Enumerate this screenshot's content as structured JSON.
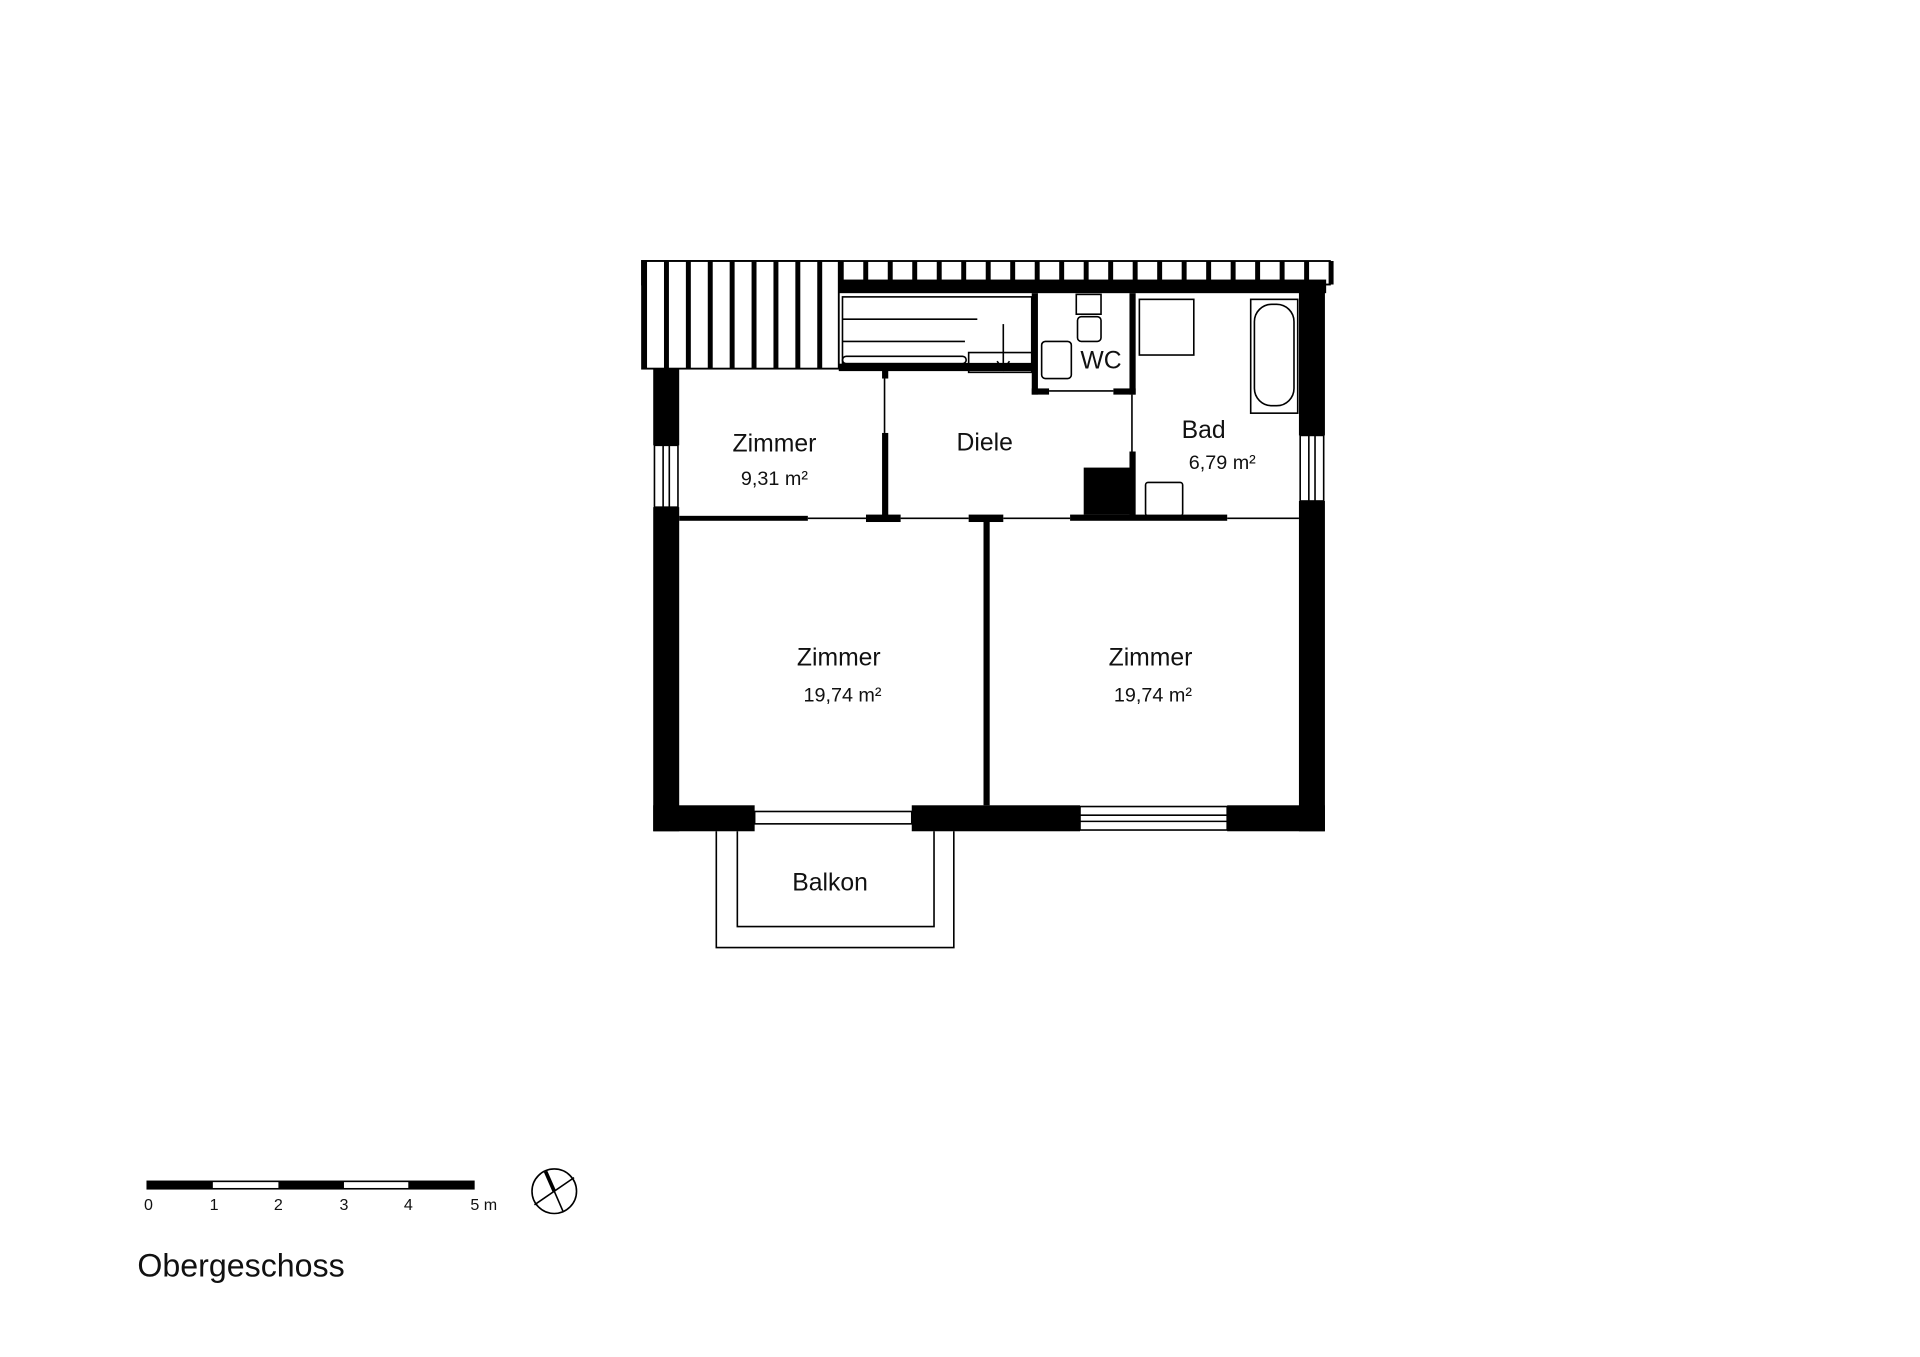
{
  "plan": {
    "title": "Obergeschoss",
    "rooms": [
      {
        "name": "Zimmer",
        "area": "9,31 m²"
      },
      {
        "name": "Diele",
        "area": ""
      },
      {
        "name": "WC",
        "area": ""
      },
      {
        "name": "Bad",
        "area": "6,79 m²"
      },
      {
        "name": "Zimmer",
        "area": "19,74 m²"
      },
      {
        "name": "Zimmer",
        "area": "19,74 m²"
      },
      {
        "name": "Balkon",
        "area": ""
      }
    ]
  },
  "scale_bar": {
    "labels": [
      "0",
      "1",
      "2",
      "3",
      "4",
      "5 m"
    ]
  },
  "colors": {
    "wall": "#000000",
    "background": "#ffffff"
  },
  "icons": {
    "compass": "north-arrow-icon"
  }
}
